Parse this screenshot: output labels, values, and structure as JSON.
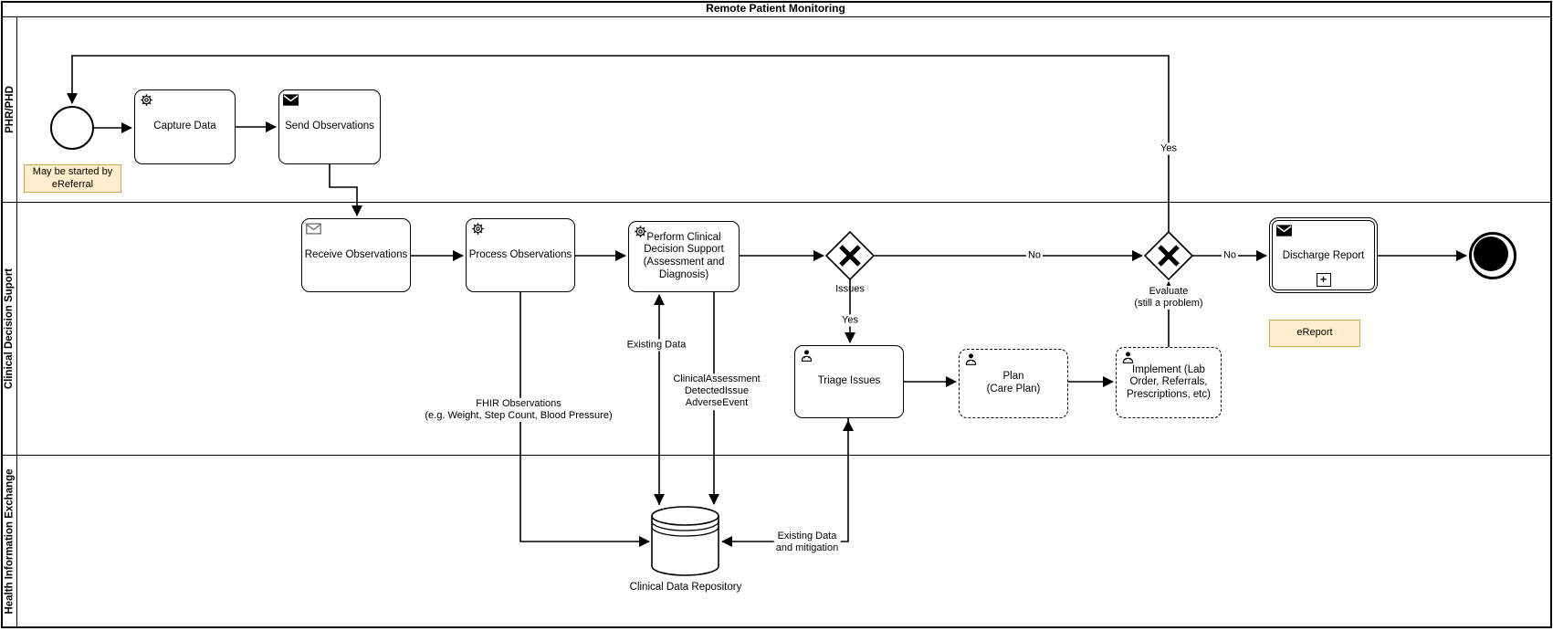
{
  "pool": {
    "title": "Remote Patient Monitoring"
  },
  "lanes": {
    "lane1": "PHR/PHD",
    "lane2": "Clinical Decision Suport",
    "lane3": "Health Information Exchange"
  },
  "tasks": {
    "capture": "Capture Data",
    "send": "Send Observations",
    "receive": "Receive Observations",
    "process": "Process Observations",
    "perform": "Perform Clinical\nDecision Support\n(Assessment and\nDiagnosis)",
    "triage": "Triage Issues",
    "plan": "Plan\n(Care Plan)",
    "implement": "Implement (Lab\nOrder, Referrals,\nPrescriptions, etc)",
    "discharge": "Discharge Report"
  },
  "gateways": {
    "issues": "Issues",
    "evaluate": "Evaluate\n(still a problem)"
  },
  "flows": {
    "yes_return": "Yes",
    "yes_to_triage": "Yes",
    "no_to_evaluate": "No",
    "no_to_discharge": "No",
    "existing_data": "Existing Data",
    "fhir": "FHIR Observations\n(e.g. Weight, Step Count, Blood Pressure)",
    "cds_outputs": "ClinicalAssessment\nDetectedIssue\nAdverseEvent",
    "existing_mitigation": "Existing Data\nand mitigation"
  },
  "datastore": {
    "label": "Clinical Data Repository"
  },
  "notes": {
    "referral": "May be started by\neReferral",
    "ereport": "eReport"
  },
  "markers": {
    "subprocess_plus": "+"
  },
  "icons": {
    "gear": "service-task-icon",
    "envelope_filled": "send-message-icon",
    "envelope_outline": "receive-message-icon",
    "person": "user-task-icon"
  },
  "colors": {
    "note_fill": "#FFEECB",
    "note_border": "#D0A858",
    "stroke": "#000000"
  }
}
